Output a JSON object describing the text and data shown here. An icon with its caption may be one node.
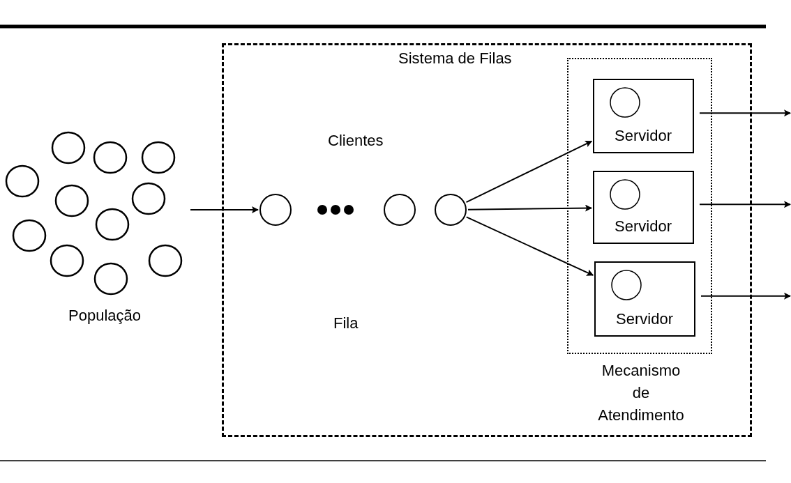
{
  "diagram": {
    "nodes": [
      {
        "text": [
          "Sistema de Filas"
        ]
      },
      {
        "text": [
          "População"
        ]
      },
      {
        "text": [],
        "shape": "circle",
        "in": 0
      },
      {
        "text": [],
        "shape": "circle",
        "in": 0
      },
      {
        "text": [],
        "shape": "circle",
        "in": 0
      },
      {
        "text": [
          "Mecanismo de Atendimento"
        ],
        "in": 0
      },
      {
        "text": [
          "Servidor"
        ],
        "in": 5
      },
      {
        "text": [
          "Servidor"
        ],
        "in": 5
      },
      {
        "text": [
          "Servidor"
        ],
        "in": 5
      }
    ],
    "edges": [
      {
        "from": 1,
        "to": 2,
        "arrow": "to"
      },
      {
        "from": 4,
        "to": 6,
        "arrow": "to"
      },
      {
        "from": 4,
        "to": 7,
        "arrow": "to"
      },
      {
        "from": 4,
        "to": 8,
        "arrow": "to"
      },
      {
        "from": 6,
        "to": null,
        "arrow": "to"
      },
      {
        "from": 7,
        "to": null,
        "arrow": "to"
      },
      {
        "from": 8,
        "to": null,
        "arrow": "to"
      }
    ],
    "labels": [
      "Clientes",
      "Fila"
    ]
  }
}
